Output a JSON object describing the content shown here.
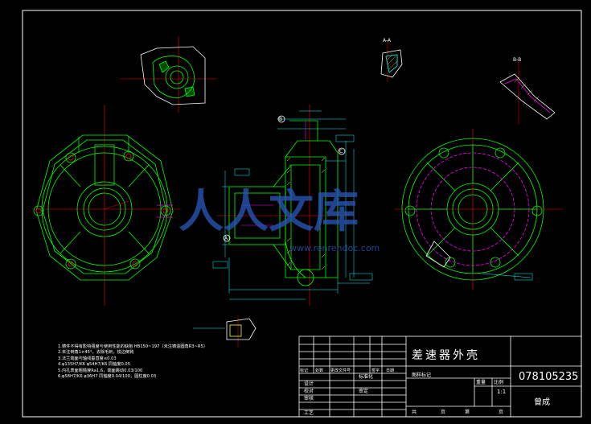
{
  "title_block": {
    "part_name": "差速器外壳",
    "drawing_number": "078105235",
    "author": "曾成",
    "scale": "1:1",
    "sheet_row": [
      "共",
      "页",
      "第",
      "页"
    ],
    "sign_headers": [
      "标记",
      "处数",
      "更改文件号",
      "签字",
      "日期"
    ],
    "roles": [
      "设计",
      "校对",
      "审核",
      "工艺"
    ],
    "mid_labels": [
      "标准化",
      "审定"
    ],
    "stage_label": "图样标记",
    "weight_label": "重量",
    "scale_label": "比例"
  },
  "tech_notes": [
    "1.铸件不得有影响强度与使用性能的缺陷 HB150~197（未注铸造圆角R3~R5）",
    "2.未注倒角1×45°，去除毛刺，锐边倒钝",
    "3.法兰端面与轴线垂直度≤0.03",
    "4.φ135H7/K6  φ54H7/K6 同轴度0.05",
    "5.内孔表面粗糙度Ra1.6，端面跳动0.03/100",
    "6.φ58H7/K6 φ36H7 同轴度0.04/100，圆柱度0.03"
  ],
  "view_labels": {
    "section_top": "A-A",
    "section_right": "B-B",
    "mark_a": "A",
    "mark_b": "B",
    "mark_c": "C"
  },
  "watermark": {
    "text": "人人文库",
    "url": "www.renrendoc.com"
  },
  "colors": {
    "background": "#000000",
    "outline": "#00ff00",
    "center": "#ff0000",
    "dim": "#00ffff",
    "hidden": "#ff00ff",
    "frame": "#ffffff",
    "hatch": "#ffff00",
    "watermark": "#2a56b8"
  }
}
